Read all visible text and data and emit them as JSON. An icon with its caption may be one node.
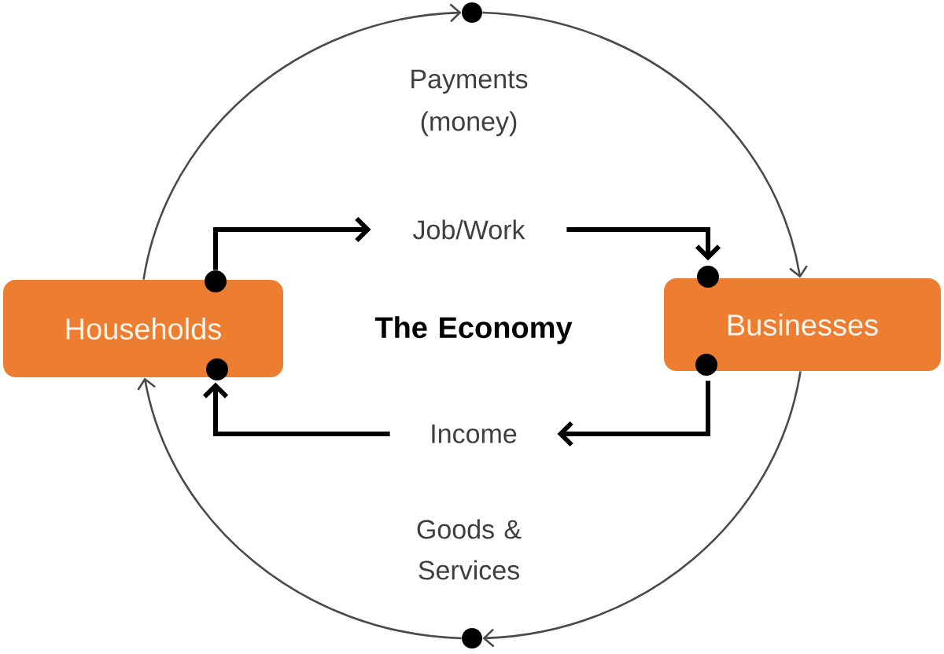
{
  "diagram": {
    "nodes": [
      {
        "text": [],
        "shape": "circle"
      },
      {
        "text": [
          "Job/Work"
        ]
      },
      {
        "text": [
          "Households"
        ]
      },
      {
        "text": [
          "Businesses"
        ]
      },
      {
        "text": [
          "Income"
        ]
      },
      {
        "text": [],
        "shape": "circle"
      }
    ],
    "edges": [
      {
        "from": 2,
        "to": 0,
        "arrow": "to"
      },
      {
        "from": 0,
        "to": 3,
        "arrow": "to"
      },
      {
        "from": 2,
        "to": 1,
        "arrow": "to",
        "style": "thick",
        "color": "#000000"
      },
      {
        "from": 1,
        "to": 3,
        "arrow": "to",
        "style": "thick",
        "color": "#000000"
      },
      {
        "from": 3,
        "to": 4,
        "arrow": "to",
        "style": "thick",
        "color": "#000000"
      },
      {
        "from": 4,
        "to": 2,
        "arrow": "to",
        "style": "thick",
        "color": "#000000"
      },
      {
        "from": 3,
        "to": 5,
        "arrow": "to"
      },
      {
        "from": 5,
        "to": 2,
        "arrow": "to"
      }
    ],
    "labels": [
      "Payments (money)",
      "The Economy",
      "Goods & Services"
    ]
  }
}
